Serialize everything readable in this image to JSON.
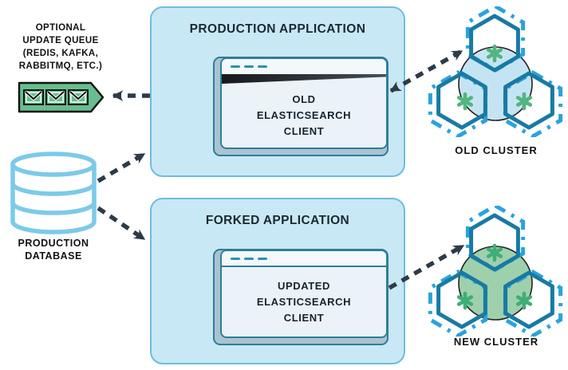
{
  "queue": {
    "label": "OPTIONAL\nUPDATE QUEUE\n(REDIS, KAFKA,\nRABBITMQ, ETC.)",
    "envelope_count": 3,
    "fill": "#66be8e"
  },
  "database": {
    "label": "PRODUCTION\nDATABASE"
  },
  "production_app": {
    "title": "PRODUCTION APPLICATION",
    "client_label": "OLD\nELASTICSEARCH\nCLIENT"
  },
  "forked_app": {
    "title": "FORKED APPLICATION",
    "client_label": "UPDATED\nELASTICSEARCH\nCLIENT"
  },
  "old_cluster": {
    "label": "OLD CLUSTER",
    "node_count": 3,
    "circle_fill": "#c5e4f3"
  },
  "new_cluster": {
    "label": "NEW CLUSTER",
    "node_count": 3,
    "circle_fill": "#9fd0ac"
  },
  "palette": {
    "box_fill": "#c9e8f6",
    "box_border": "#6fbcdf",
    "window_border": "#2f7e99",
    "window_face": "#ebf2f8",
    "window_bevel": "#a9c3d1",
    "hex_solid": "#187aa3",
    "hex_dashed": "#2aa3dc",
    "asterisk_green": "#53b580",
    "arrow_dark": "#2d3b48",
    "queue_green": "#66be8e",
    "db_cylinder_blue": "#7ccae9"
  }
}
